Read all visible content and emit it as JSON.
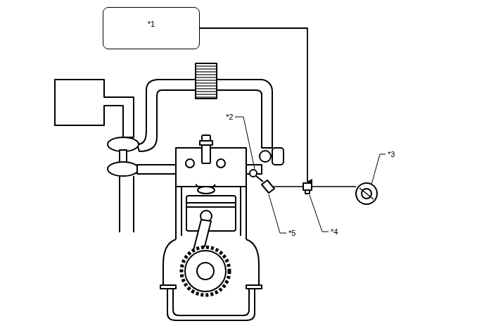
{
  "diagram": {
    "nodes": [
      {
        "text": [
          "*1"
        ]
      }
    ],
    "labels": [
      "*2",
      "*3",
      "*4",
      "*5"
    ]
  }
}
